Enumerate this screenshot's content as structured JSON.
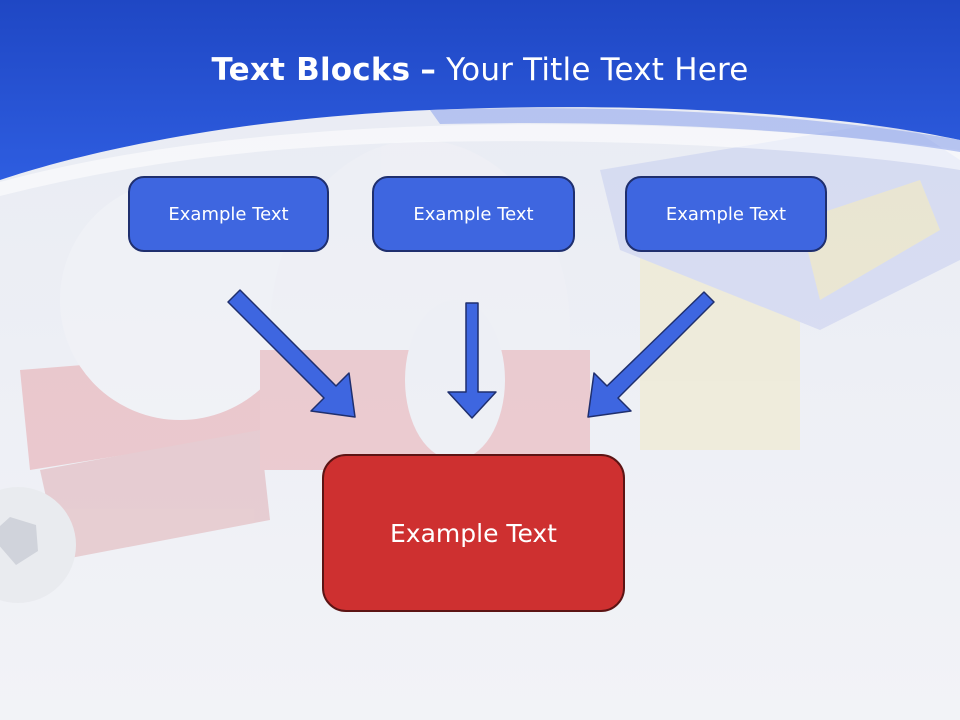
{
  "slide": {
    "title_bold": "Text Blocks",
    "title_dash": "–",
    "title_rest": "Your Title Text Here",
    "colors": {
      "header_blue": "#2a57d6",
      "box_blue": "#3e66e0",
      "box_red": "#ce3030",
      "arrow": "#3e66e0"
    }
  },
  "blocks": [
    {
      "label": "Example Text"
    },
    {
      "label": "Example Text"
    },
    {
      "label": "Example Text"
    }
  ],
  "target": {
    "label": "Example Text"
  }
}
